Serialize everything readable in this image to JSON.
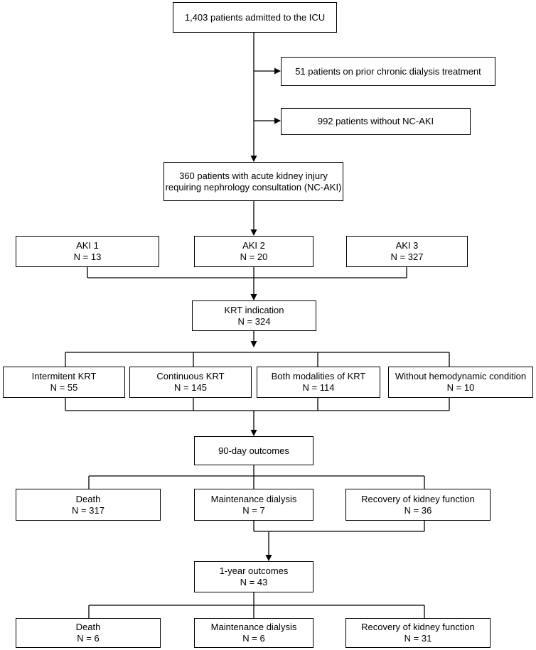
{
  "flowchart": {
    "admitted": [
      "1,403 patients admitted to the ICU"
    ],
    "excluded_dialysis": [
      "51 patients on prior chronic dialysis treatment"
    ],
    "excluded_no_ncaki": [
      "992 patients without NC-AKI"
    ],
    "nc_aki": [
      "360 patients with acute kidney injury",
      "requiring nephrology consultation (NC-AKI)"
    ],
    "aki_stages": [
      [
        "AKI 1",
        "N = 13"
      ],
      [
        "AKI 2",
        "N = 20"
      ],
      [
        "AKI 3",
        "N = 327"
      ]
    ],
    "krt_indication": [
      "KRT indication",
      "N = 324"
    ],
    "krt_modalities": [
      [
        "Intermitent KRT",
        "N = 55"
      ],
      [
        "Continuous KRT",
        "N = 145"
      ],
      [
        "Both modalities of KRT",
        "N = 114"
      ],
      [
        "Without hemodynamic condition",
        "N = 10"
      ]
    ],
    "outcomes_90_day": [
      "90-day outcomes"
    ],
    "outcomes_90_day_groups": [
      [
        "Death",
        "N = 317"
      ],
      [
        "Maintenance dialysis",
        "N = 7"
      ],
      [
        "Recovery of kidney function",
        "N = 36"
      ]
    ],
    "outcomes_1_year": [
      "1-year outcomes",
      "N = 43"
    ],
    "outcomes_1_year_groups": [
      [
        "Death",
        "N = 6"
      ],
      [
        "Maintenance dialysis",
        "N = 6"
      ],
      [
        "Recovery of kidney function",
        "N = 31"
      ]
    ]
  }
}
